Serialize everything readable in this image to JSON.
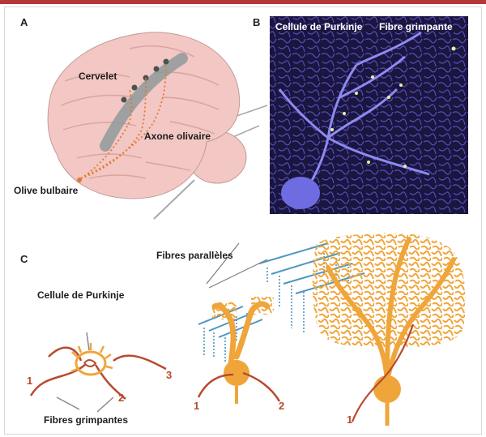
{
  "panels": {
    "a": "A",
    "b": "B",
    "c": "C"
  },
  "panel_a": {
    "cerebellum": "Cervelet",
    "olivary_axon": "Axone olivaire",
    "inferior_olive": "Olive bulbaire"
  },
  "panel_b": {
    "purkinje_cell": "Cellule de Purkinje",
    "climbing_fiber": "Fibre grimpante"
  },
  "panel_c": {
    "purkinje_cell": "Cellule de Purkinje",
    "climbing_fibers": "Fibres grimpantes",
    "parallel_fibers": "Fibres parallèles",
    "stage1_numbers": [
      "1",
      "2",
      "3"
    ],
    "stage2_numbers": [
      "1",
      "2"
    ],
    "stage3_numbers": [
      "1"
    ]
  },
  "colors": {
    "header_rule": "#b5373a",
    "brain_fill": "#f2c7c4",
    "olivary_axon": "#e07a2e",
    "micrograph_bg": "#1b1640",
    "purkinje_fluor": "#6e6ce0",
    "purkinje_orange": "#f0a53a",
    "climbing_fiber": "#b84a2e",
    "parallel_fiber": "#4f96bf"
  }
}
